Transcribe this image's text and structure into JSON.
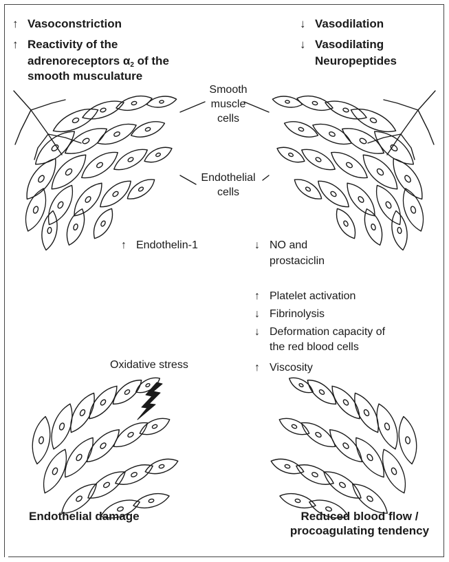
{
  "arrows": {
    "up": "↑",
    "down": "↓"
  },
  "top_left": {
    "line1": "Vasoconstriction",
    "line2": "Reactivity of the",
    "line3_pre": "adrenoreceptors α",
    "line3_sub": "2",
    "line3_post": " of the",
    "line4": "smooth musculature"
  },
  "top_right": {
    "line1": "Vasodilation",
    "line2": "Vasodilating",
    "line3": "Neuropeptides"
  },
  "center_labels": {
    "smooth_1": "Smooth",
    "smooth_2": "muscle",
    "smooth_3": "cells",
    "endo_1": "Endothelial",
    "endo_2": "cells"
  },
  "mid_left": {
    "endothelin": "Endothelin-1"
  },
  "mid_right": {
    "no_1": "NO and",
    "no_2": "prostaciclin",
    "platelet": "Platelet activation",
    "fibrinolysis": "Fibrinolysis",
    "deform_1": "Deformation capacity of",
    "deform_2": "the red blood cells",
    "viscosity": "Viscosity"
  },
  "oxidative": "Oxidative stress",
  "bottom_left": "Endothelial damage",
  "bottom_right": {
    "line1": "Reduced blood flow /",
    "line2": "procoagulating tendency"
  }
}
